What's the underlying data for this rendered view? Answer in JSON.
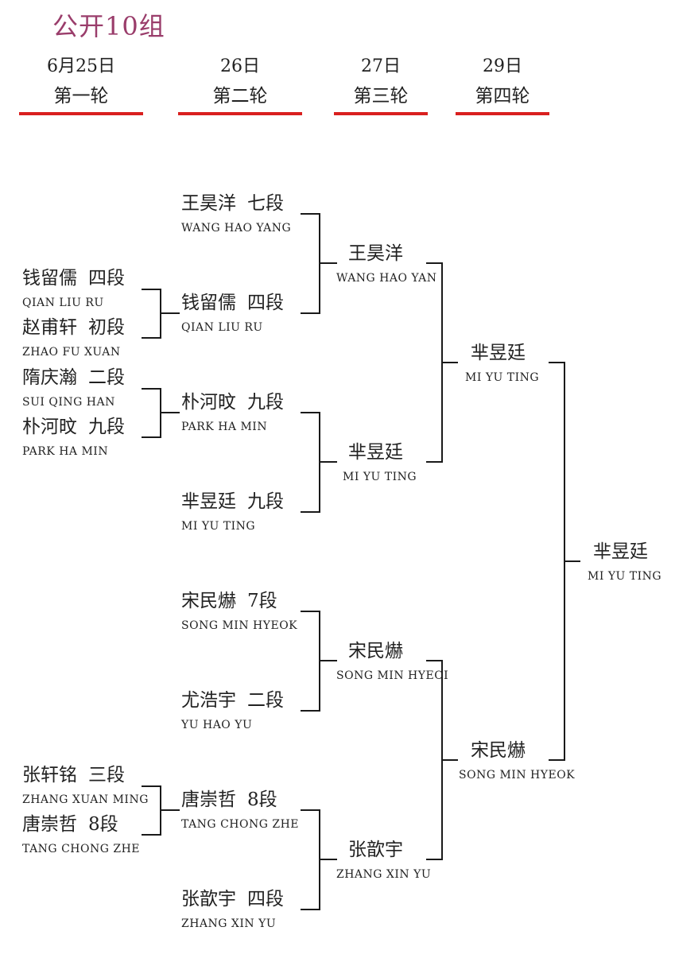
{
  "title": "公开10组",
  "rounds": [
    {
      "date": "6月25日",
      "label": "第一轮"
    },
    {
      "date": "26日",
      "label": "第二轮"
    },
    {
      "date": "27日",
      "label": "第三轮"
    },
    {
      "date": "29日",
      "label": "第四轮"
    }
  ],
  "round1": [
    {
      "name": "钱留儒",
      "rank": "四段",
      "pinyin": "QIAN LIU RU"
    },
    {
      "name": "赵甫轩",
      "rank": "初段",
      "pinyin": "ZHAO FU XUAN"
    },
    {
      "name": "隋庆瀚",
      "rank": "二段",
      "pinyin": "SUI QING HAN"
    },
    {
      "name": "朴河旼",
      "rank": "九段",
      "pinyin": "PARK HA MIN"
    },
    {
      "name": "张轩铭",
      "rank": "三段",
      "pinyin": "ZHANG XUAN MING"
    },
    {
      "name": "唐崇哲",
      "rank": "8段",
      "pinyin": "TANG CHONG ZHE"
    }
  ],
  "round2": [
    {
      "name": "王昊洋",
      "rank": "七段",
      "pinyin": "WANG HAO YANG"
    },
    {
      "name": "钱留儒",
      "rank": "四段",
      "pinyin": "QIAN LIU RU"
    },
    {
      "name": "朴河旼",
      "rank": "九段",
      "pinyin": "PARK HA MIN"
    },
    {
      "name": "芈昱廷",
      "rank": "九段",
      "pinyin": "MI YU TING"
    },
    {
      "name": "宋民爀",
      "rank": "7段",
      "pinyin": "SONG MIN HYEOK"
    },
    {
      "name": "尤浩宇",
      "rank": "二段",
      "pinyin": "YU HAO YU"
    },
    {
      "name": "唐崇哲",
      "rank": "8段",
      "pinyin": "TANG CHONG ZHE"
    },
    {
      "name": "张歆宇",
      "rank": "四段",
      "pinyin": "ZHANG XIN YU"
    }
  ],
  "round3": [
    {
      "name": "王昊洋",
      "pinyin": "WANG HAO YAN"
    },
    {
      "name": "芈昱廷",
      "pinyin": "MI YU TING"
    },
    {
      "name": "宋民爀",
      "pinyin": "SONG MIN HYEOI"
    },
    {
      "name": "张歆宇",
      "pinyin": "ZHANG XIN YU"
    }
  ],
  "round4": [
    {
      "name": "芈昱廷",
      "pinyin": "MI YU TING"
    },
    {
      "name": "宋民爀",
      "pinyin": "SONG MIN HYEOK"
    }
  ],
  "final": {
    "name": "芈昱廷",
    "pinyin": "MI YU TING"
  },
  "colors": {
    "title": "#9a3d6b",
    "accent_bar": "#d9201f",
    "line": "#1a1a1a"
  }
}
